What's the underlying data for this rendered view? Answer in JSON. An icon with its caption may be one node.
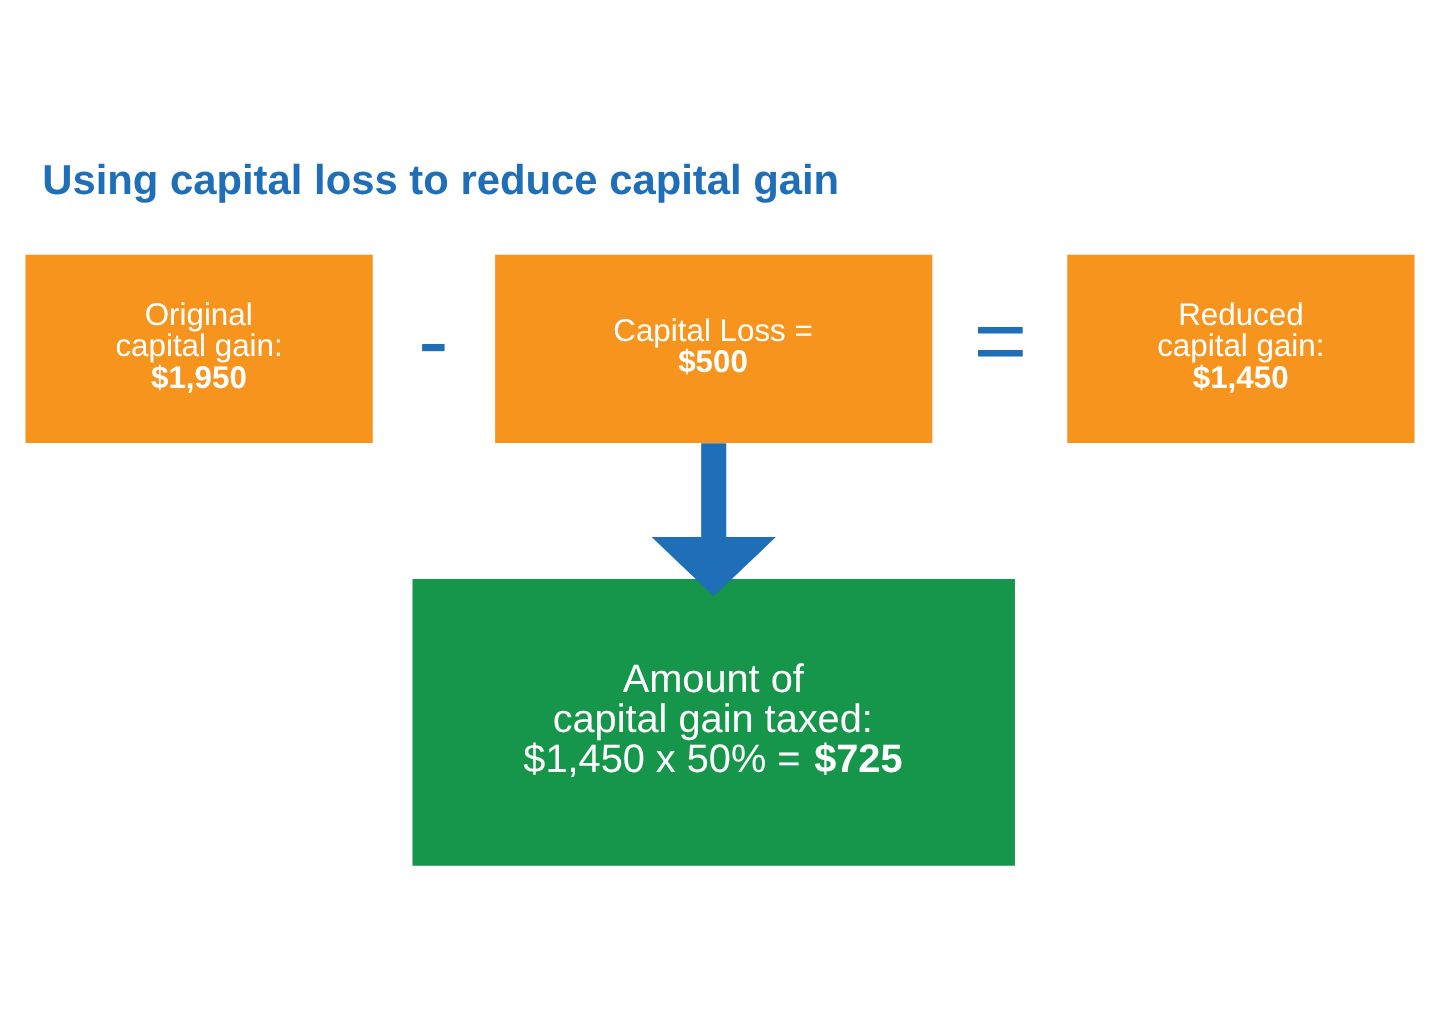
{
  "diagram": {
    "title": "Using capital loss to reduce capital gain",
    "nodes": [
      {
        "text": [
          "Original capital gain: **$1,950**"
        ]
      },
      {
        "text": [
          "Capital Loss = **$500**"
        ]
      },
      {
        "text": [
          "Reduced capital gain: **$1,450**"
        ]
      },
      {
        "text": [
          "Amount of capital gain taxed: $1,450 x 50% = **$725**"
        ]
      }
    ],
    "edges": [
      {
        "from": 1,
        "to": 3,
        "arrow": "to",
        "color": "#1f6fb8"
      }
    ],
    "labels": [
      "-",
      "="
    ]
  }
}
